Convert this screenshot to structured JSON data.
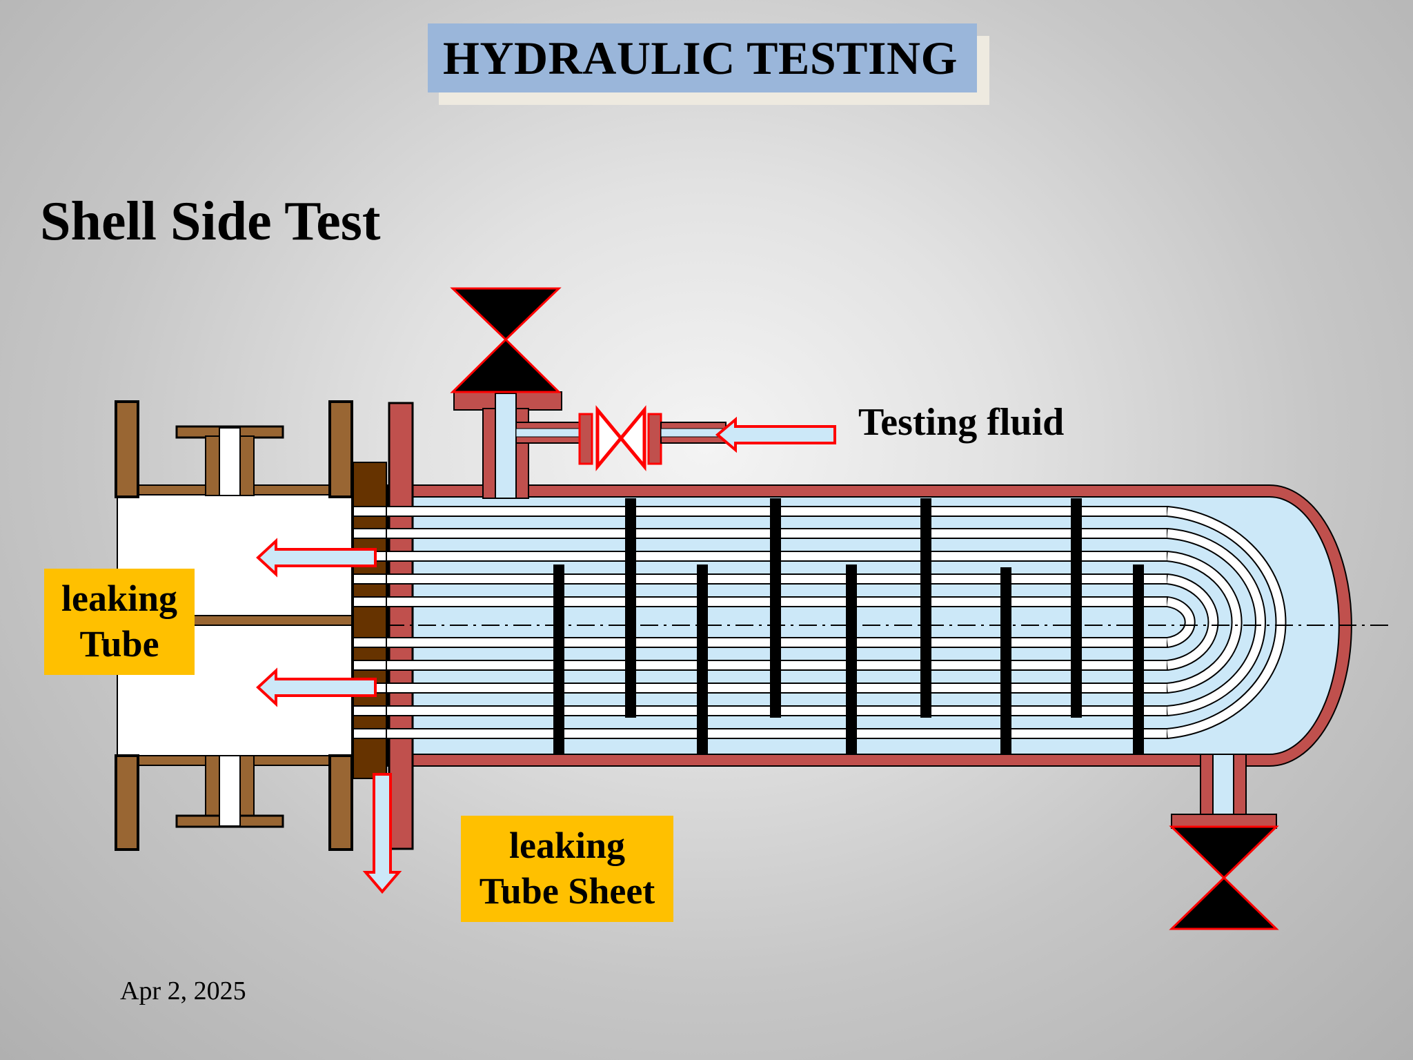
{
  "slide": {
    "title": "HYDRAULIC TESTING",
    "subtitle": "Shell Side Test",
    "date": "Apr 2, 2025"
  },
  "labels": {
    "testing_fluid": "Testing fluid",
    "leaking_tube": [
      "leaking",
      "Tube"
    ],
    "leaking_tube_sheet": [
      "leaking",
      "Tube Sheet"
    ]
  },
  "colors": {
    "title_bg": "#9ab6da",
    "label_bg": "#ffc000",
    "shell": "#c0504d",
    "shell_fluid": "#cce8f8",
    "channel_frame": "#996633",
    "tube_sheet": "#663300",
    "arrow": "#ff0000",
    "valve": "#000000"
  },
  "icons": {
    "valve": "gate-valve-icon",
    "arrow": "flow-arrow-icon"
  }
}
